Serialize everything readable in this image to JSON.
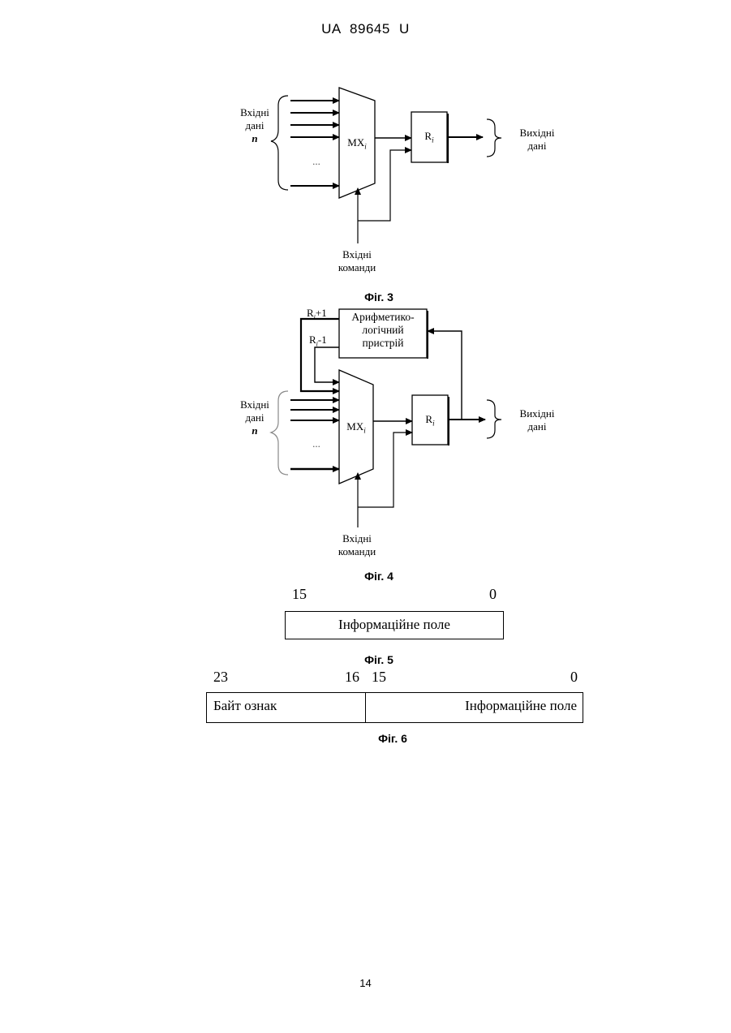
{
  "header": {
    "patent_id": "UA   89645   U"
  },
  "fig3": {
    "input_data": [
      "Вхідні",
      "дані",
      "n"
    ],
    "mux": "MX",
    "mux_sub": "i",
    "register": "R",
    "register_sub": "i",
    "output_data": [
      "Вихідні",
      "дані"
    ],
    "input_commands": [
      "Вхідні",
      "команди"
    ],
    "ellipsis": "...",
    "caption": "Фіг. 3"
  },
  "fig4": {
    "alu": [
      "Арифметико-",
      "логічний",
      "пристрій"
    ],
    "ri_plus": "R",
    "ri_plus_suffix": "+1",
    "ri_minus": "R",
    "ri_minus_suffix": "-1",
    "input_data": [
      "Вхідні",
      "дані",
      "n"
    ],
    "mux": "MX",
    "mux_sub": "i",
    "register": "R",
    "register_sub": "i",
    "output_data": [
      "Вихідні",
      "дані"
    ],
    "input_commands": [
      "Вхідні",
      "команди"
    ],
    "ellipsis": "...",
    "caption": "Фіг. 4"
  },
  "fig5": {
    "bit_high": "15",
    "bit_low": "0",
    "field": "Інформаційне поле",
    "caption": "Фіг. 5"
  },
  "fig6": {
    "bit_23": "23",
    "bit_16": "16",
    "bit_15": "15",
    "bit_0": "0",
    "field_left": "Байт ознак",
    "field_right": "Інформаційне поле",
    "caption": "Фіг. 6"
  },
  "page_number": "14"
}
